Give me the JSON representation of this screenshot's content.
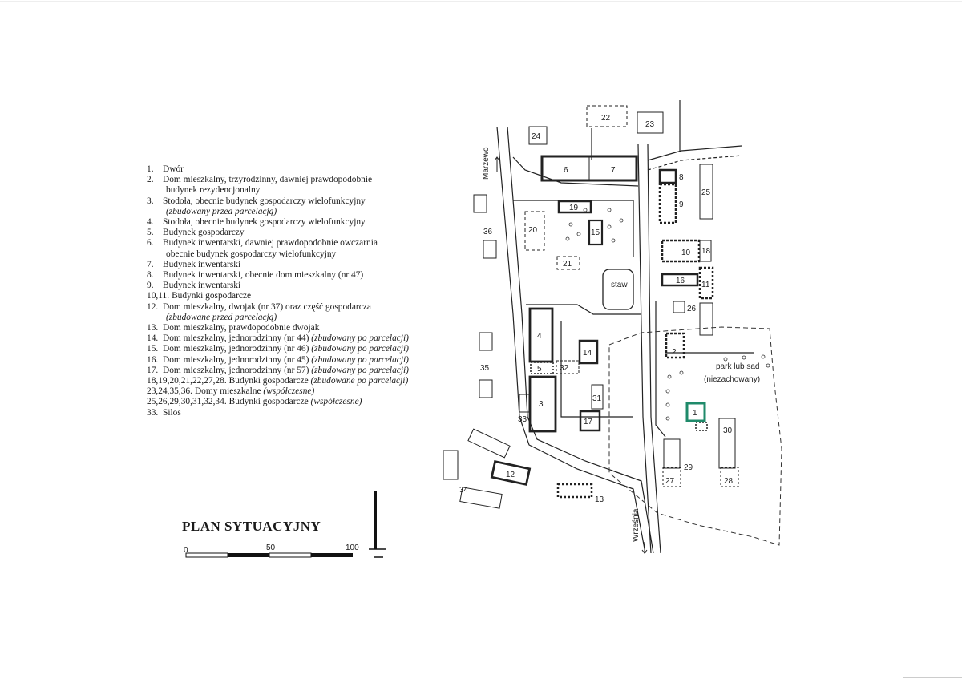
{
  "title": "PLAN SYTUACYJNY",
  "scale": {
    "zero": "0",
    "mid": "50",
    "end": "100"
  },
  "roads": {
    "north": "Marzewo",
    "south": "Września"
  },
  "pond_label": "staw",
  "park_label_line1": "park lub sad",
  "park_label_line2": "(niezachowany)",
  "legend": [
    {
      "num": "1.",
      "text": "Dwór",
      "cont": "",
      "note": ""
    },
    {
      "num": "2.",
      "text": "Dom mieszkalny, trzyrodzinny, dawniej prawdopodobnie",
      "cont": "budynek rezydencjonalny",
      "note": ""
    },
    {
      "num": "3.",
      "text": "Stodoła, obecnie budynek gospodarczy wielofunkcyjny",
      "cont": "",
      "note": "(zbudowany przed parcelacją)"
    },
    {
      "num": "4.",
      "text": "Stodoła, obecnie budynek gospodarczy wielofunkcyjny",
      "cont": "",
      "note": ""
    },
    {
      "num": "5.",
      "text": "Budynek gospodarczy",
      "cont": "",
      "note": ""
    },
    {
      "num": "6.",
      "text": "Budynek inwentarski, dawniej prawdopodobnie owczarnia",
      "cont": "obecnie budynek gospodarczy wielofunkcyjny",
      "note": ""
    },
    {
      "num": "7.",
      "text": "Budynek inwentarski",
      "cont": "",
      "note": ""
    },
    {
      "num": "8.",
      "text": "Budynek inwentarski, obecnie dom mieszkalny (nr 47)",
      "cont": "",
      "note": ""
    },
    {
      "num": "9.",
      "text": "Budynek inwentarski",
      "cont": "",
      "note": ""
    },
    {
      "num": "10,11.",
      "text": "Budynki gospodarcze",
      "cont": "",
      "note": ""
    },
    {
      "num": "12.",
      "text": "Dom mieszkalny, dwojak (nr 37) oraz część gospodarcza",
      "cont": "",
      "note": "(zbudowane przed parcelacją)"
    },
    {
      "num": "13.",
      "text": "Dom mieszkalny, prawdopodobnie dwojak",
      "cont": "",
      "note": ""
    },
    {
      "num": "14.",
      "text": "Dom mieszkalny, jednorodzinny (nr 44)",
      "cont": "",
      "note": "(zbudowany po parcelacji)"
    },
    {
      "num": "15.",
      "text": "Dom mieszkalny, jednorodzinny (nr 46)",
      "cont": "",
      "note": "(zbudowany po parcelacji)"
    },
    {
      "num": "16.",
      "text": "Dom mieszkalny, jednorodzinny (nr 45)",
      "cont": "",
      "note": "(zbudowany po parcelacji)"
    },
    {
      "num": "17.",
      "text": "Dom mieszkalny, jednorodzinny (nr 57)",
      "cont": "",
      "note": "(zbudowany po parcelacji)"
    },
    {
      "num": "18,19,20,21,22,27,28.",
      "text": "Budynki gospodarcze",
      "cont": "",
      "note": "(zbudowane po parcelacji)"
    },
    {
      "num": "23,24,35,36.",
      "text": "Domy mieszkalne",
      "cont": "",
      "note": "(współczesne)"
    },
    {
      "num": "25,26,29,30,31,32,34.",
      "text": "Budynki gospodarcze",
      "cont": "",
      "note": "(współczesne)"
    },
    {
      "num": "33.",
      "text": "Silos",
      "cont": "",
      "note": ""
    }
  ],
  "buildings": [
    {
      "id": "1",
      "label": "1",
      "style": "green"
    },
    {
      "id": "2",
      "label": "2",
      "style": "dotted"
    },
    {
      "id": "3",
      "label": "3",
      "style": "bold"
    },
    {
      "id": "4",
      "label": "4",
      "style": "bold"
    },
    {
      "id": "5",
      "label": "5",
      "style": "dotted"
    },
    {
      "id": "6",
      "label": "6",
      "style": "bold"
    },
    {
      "id": "7",
      "label": "7",
      "style": "bold"
    },
    {
      "id": "8",
      "label": "8",
      "style": "bold"
    },
    {
      "id": "9",
      "label": "9",
      "style": "dotted"
    },
    {
      "id": "10",
      "label": "10",
      "style": "dotted"
    },
    {
      "id": "11",
      "label": "11",
      "style": "dotted"
    },
    {
      "id": "12",
      "label": "12",
      "style": "bold"
    },
    {
      "id": "13",
      "label": "13",
      "style": "dotted"
    },
    {
      "id": "14",
      "label": "14",
      "style": "bold"
    },
    {
      "id": "15",
      "label": "15",
      "style": "bold"
    },
    {
      "id": "16",
      "label": "16",
      "style": "bold"
    },
    {
      "id": "17",
      "label": "17",
      "style": "bold"
    },
    {
      "id": "18",
      "label": "18",
      "style": "thin"
    },
    {
      "id": "19",
      "label": "19",
      "style": "bold"
    },
    {
      "id": "20",
      "label": "20",
      "style": "dashed"
    },
    {
      "id": "21",
      "label": "21",
      "style": "dashed"
    },
    {
      "id": "22",
      "label": "22",
      "style": "dashed"
    },
    {
      "id": "23",
      "label": "23",
      "style": "thin"
    },
    {
      "id": "24",
      "label": "24",
      "style": "thin"
    },
    {
      "id": "25",
      "label": "25",
      "style": "thin"
    },
    {
      "id": "26",
      "label": "26",
      "style": "thin"
    },
    {
      "id": "27",
      "label": "27",
      "style": "dashed"
    },
    {
      "id": "28",
      "label": "28",
      "style": "dashed"
    },
    {
      "id": "29",
      "label": "29",
      "style": "thin"
    },
    {
      "id": "30",
      "label": "30",
      "style": "thin"
    },
    {
      "id": "31",
      "label": "31",
      "style": "thin"
    },
    {
      "id": "32",
      "label": "32",
      "style": "dashed"
    },
    {
      "id": "33",
      "label": "33",
      "style": "thin"
    },
    {
      "id": "34",
      "label": "34",
      "style": "thin"
    },
    {
      "id": "35",
      "label": "35",
      "style": "thin"
    },
    {
      "id": "36",
      "label": "36",
      "style": "thin"
    }
  ],
  "colors": {
    "ink": "#1a1a1a",
    "highlight": "#1f8a6a",
    "paper": "#ffffff"
  }
}
